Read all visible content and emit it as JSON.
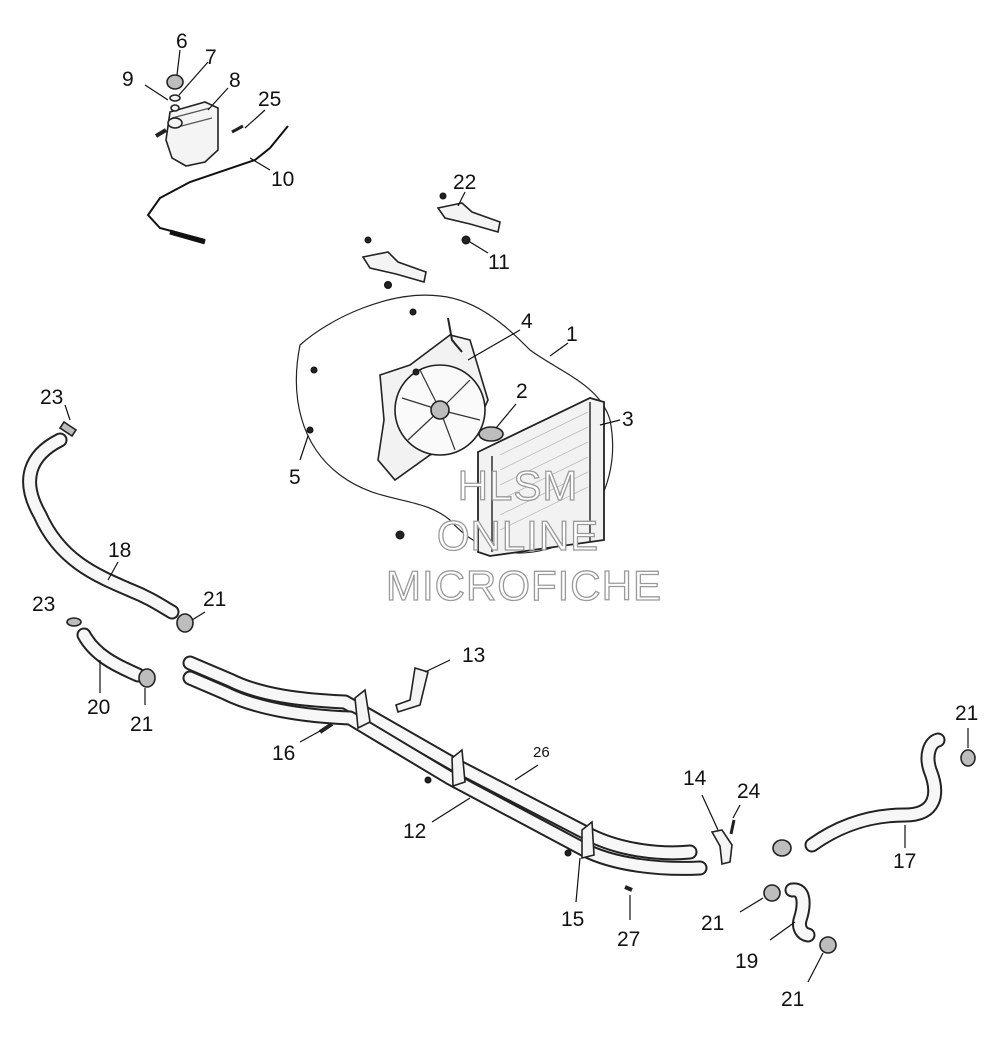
{
  "diagram": {
    "watermark": [
      "HLSM",
      "ONLINE",
      "MICROFICHE"
    ],
    "callouts": [
      {
        "id": "c1",
        "text": "1"
      },
      {
        "id": "c2",
        "text": "2"
      },
      {
        "id": "c3",
        "text": "3"
      },
      {
        "id": "c4",
        "text": "4"
      },
      {
        "id": "c5",
        "text": "5"
      },
      {
        "id": "c6",
        "text": "6"
      },
      {
        "id": "c7",
        "text": "7"
      },
      {
        "id": "c8",
        "text": "8"
      },
      {
        "id": "c9",
        "text": "9"
      },
      {
        "id": "c10",
        "text": "10"
      },
      {
        "id": "c11",
        "text": "11"
      },
      {
        "id": "c12",
        "text": "12"
      },
      {
        "id": "c13",
        "text": "13"
      },
      {
        "id": "c14",
        "text": "14"
      },
      {
        "id": "c15",
        "text": "15"
      },
      {
        "id": "c16",
        "text": "16"
      },
      {
        "id": "c17",
        "text": "17"
      },
      {
        "id": "c18",
        "text": "18"
      },
      {
        "id": "c19",
        "text": "19"
      },
      {
        "id": "c20",
        "text": "20"
      },
      {
        "id": "c21a",
        "text": "21"
      },
      {
        "id": "c21b",
        "text": "21"
      },
      {
        "id": "c21c",
        "text": "21"
      },
      {
        "id": "c21d",
        "text": "21"
      },
      {
        "id": "c21e",
        "text": "21"
      },
      {
        "id": "c22",
        "text": "22"
      },
      {
        "id": "c23a",
        "text": "23"
      },
      {
        "id": "c23b",
        "text": "23"
      },
      {
        "id": "c24",
        "text": "24"
      },
      {
        "id": "c25",
        "text": "25"
      },
      {
        "id": "c26",
        "text": "26"
      },
      {
        "id": "c27",
        "text": "27"
      }
    ]
  }
}
